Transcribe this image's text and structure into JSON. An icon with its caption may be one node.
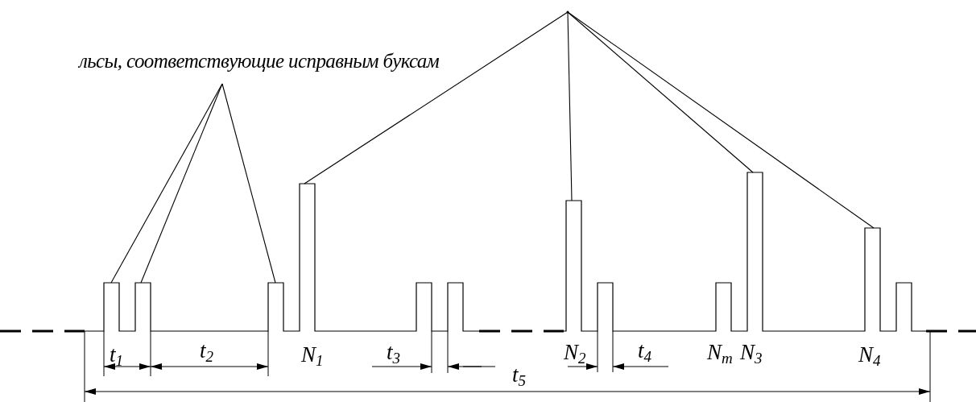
{
  "diagram": {
    "nodes": [
      {
        "text": [
          "льсы, соответствующие исправным буксам"
        ]
      },
      {
        "text": [],
        "shape": "point"
      }
    ],
    "edges": [
      {
        "from": 0,
        "to": null,
        "arrow": "none"
      },
      {
        "from": 0,
        "to": null,
        "arrow": "none"
      },
      {
        "from": 0,
        "to": null,
        "arrow": "none"
      },
      {
        "from": 1,
        "to": null,
        "arrow": "none"
      },
      {
        "from": 1,
        "to": null,
        "arrow": "none"
      },
      {
        "from": 1,
        "to": null,
        "arrow": "none"
      },
      {
        "from": 1,
        "to": null,
        "arrow": "none"
      }
    ],
    "labels": [
      "t$_{1}$",
      "t$_{2}$",
      "N$_{1}$",
      "t$_{3}$",
      "N$_{2}$",
      "t$_{4}$",
      "N$_{m}$",
      "N$_{3}$",
      "N$_{4}$",
      "t$_{5}$"
    ]
  }
}
